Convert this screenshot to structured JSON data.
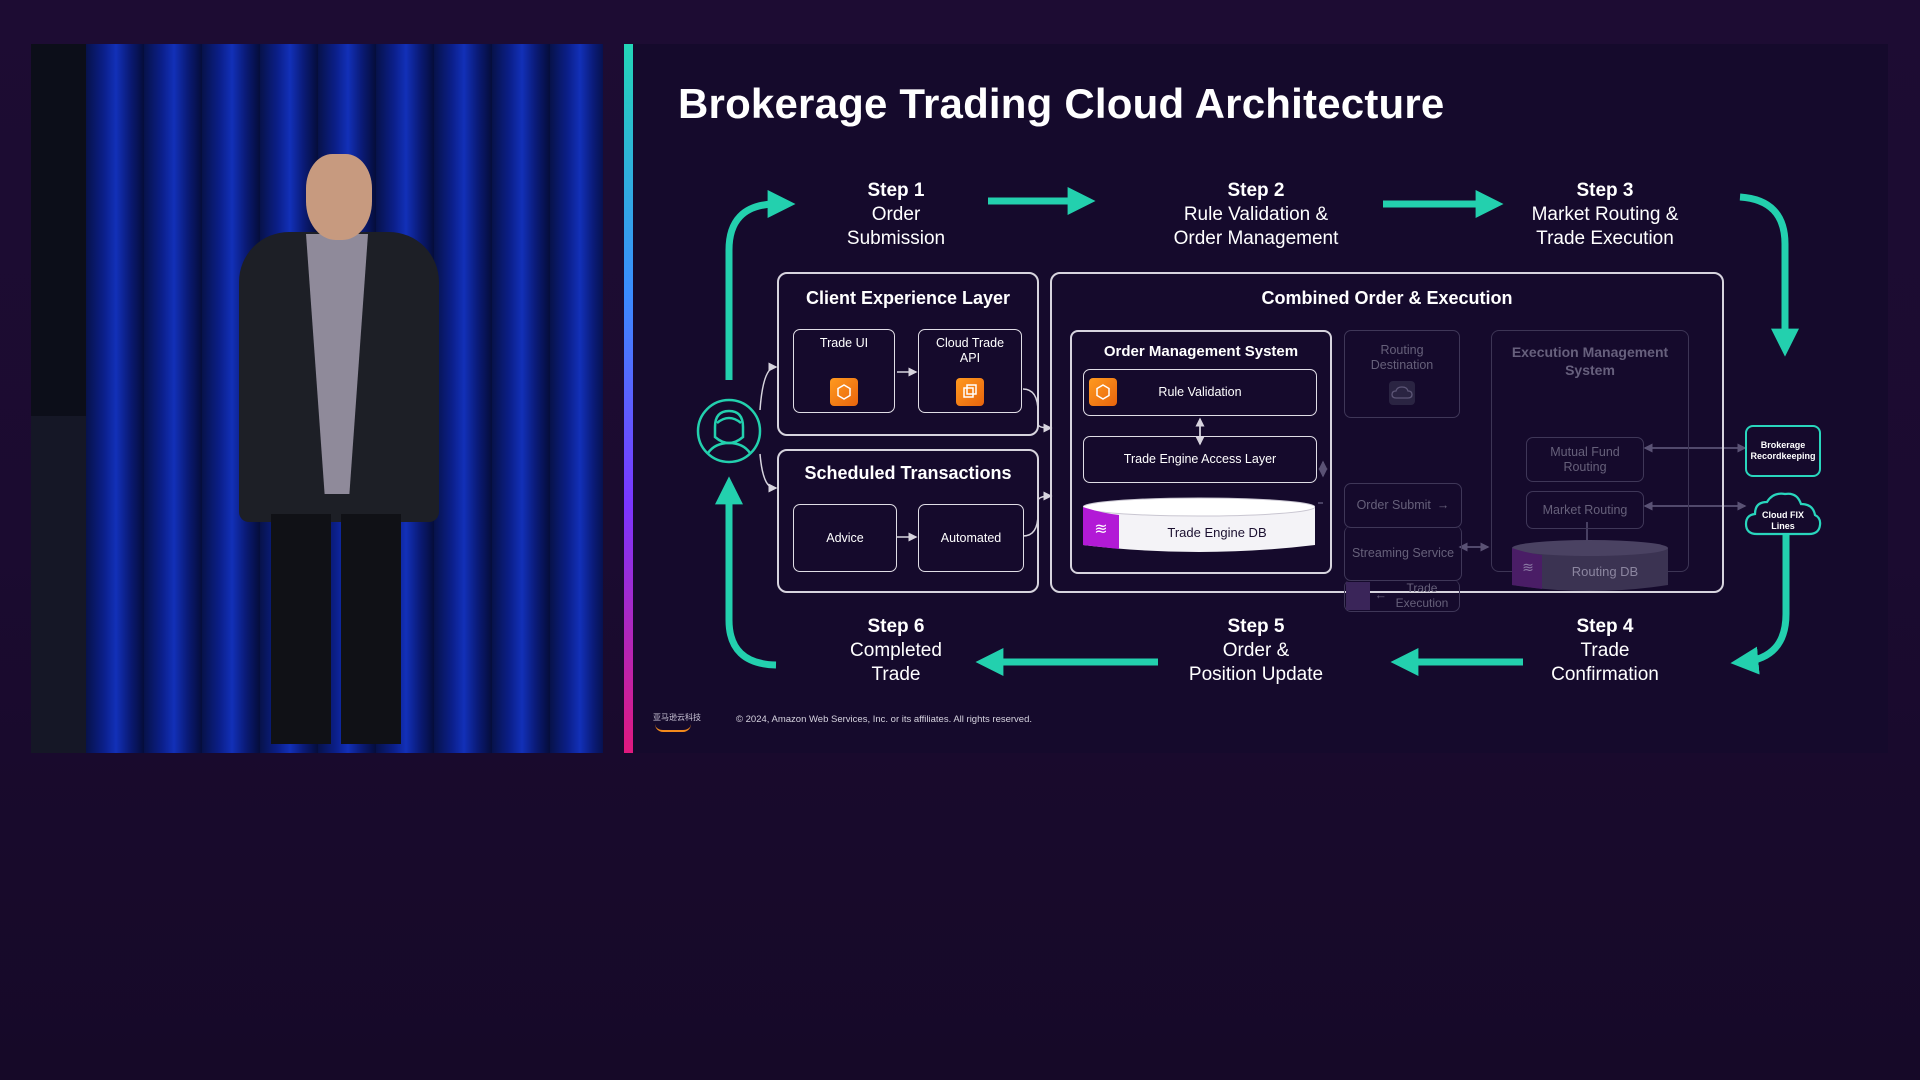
{
  "slide": {
    "title": "Brokerage Trading Cloud Architecture",
    "steps": [
      {
        "number": "Step 1",
        "line1": "Order",
        "line2": "Submission"
      },
      {
        "number": "Step 2",
        "line1": "Rule Validation &",
        "line2": "Order Management"
      },
      {
        "number": "Step 3",
        "line1": "Market Routing &",
        "line2": "Trade Execution"
      },
      {
        "number": "Step 4",
        "line1": "Trade",
        "line2": "Confirmation"
      },
      {
        "number": "Step 5",
        "line1": "Order &",
        "line2": "Position Update"
      },
      {
        "number": "Step 6",
        "line1": "Completed",
        "line2": "Trade"
      }
    ],
    "client_layer": {
      "title": "Client Experience Layer",
      "trade_ui": "Trade UI",
      "cloud_trade_api": "Cloud Trade API"
    },
    "scheduled": {
      "title": "Scheduled Transactions",
      "advice": "Advice",
      "automated": "Automated"
    },
    "combined": {
      "title": "Combined Order & Execution",
      "oms_title": "Order Management System",
      "rule_validation": "Rule Validation",
      "trade_engine_access": "Trade Engine Access Layer",
      "trade_engine_db": "Trade Engine DB",
      "routing_destination": "Routing Destination",
      "order_submit": "Order Submit",
      "streaming_service": "Streaming Service",
      "trade_execution": "Trade Execution",
      "ems_title": "Execution Management System",
      "mutual_fund_routing": "Mutual Fund Routing",
      "market_routing": "Market Routing",
      "routing_db": "Routing DB"
    },
    "external": {
      "brokerage_recordkeeping": "Brokerage Recordkeeping",
      "cloud_fix_lines": "Cloud FIX Lines"
    },
    "footer": {
      "logo_text": "亚马逊云科技",
      "copyright": "© 2024, Amazon Web Services, Inc. or its affiliates. All rights reserved."
    },
    "colors": {
      "accent_teal": "#23d0ae",
      "aws_orange": "#f38a1c",
      "db_magenta": "#b21ad6"
    }
  }
}
